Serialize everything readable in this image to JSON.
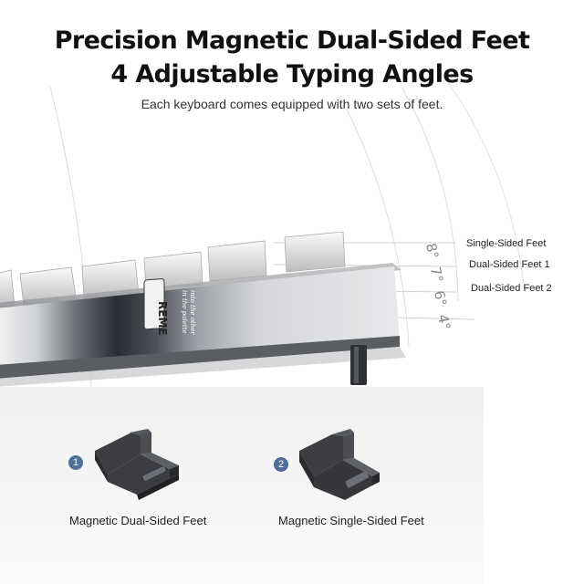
{
  "header": {
    "title_line1": "Precision Magnetic Dual-Sided Feet",
    "title_line2": "4 Adjustable Typing Angles",
    "subtitle": "Each keyboard comes equipped with two sets of feet."
  },
  "angles": {
    "labels": [
      "Single-Sided Feet",
      "Dual-Sided Feet 1",
      "Dual-Sided Feet 2"
    ],
    "degrees": [
      "8°",
      "7°",
      "6°",
      "4°"
    ]
  },
  "keyboard": {
    "badge_text": "REME",
    "side_text_line1": "in the palette",
    "side_text_line2": "into the other"
  },
  "feet": [
    {
      "number": "1",
      "label": "Magnetic Dual-Sided Feet"
    },
    {
      "number": "2",
      "label": "Magnetic Single-Sided Feet"
    }
  ],
  "colors": {
    "badge": "#4f6f99",
    "title": "#111111",
    "arc": "#d6d6d6",
    "panel": "#f2f2f2"
  }
}
